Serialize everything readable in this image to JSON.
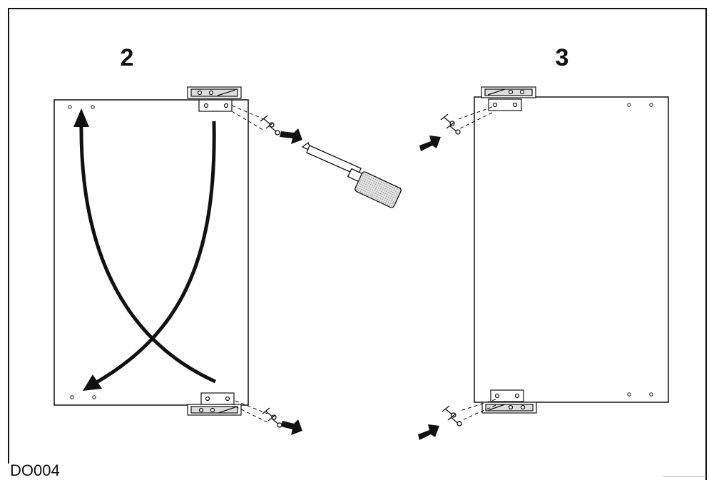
{
  "steps": [
    {
      "label": "2"
    },
    {
      "label": "3"
    }
  ],
  "figure_code": "DO004",
  "colors": {
    "line": "#111111",
    "handle": "#cfcfcf"
  }
}
